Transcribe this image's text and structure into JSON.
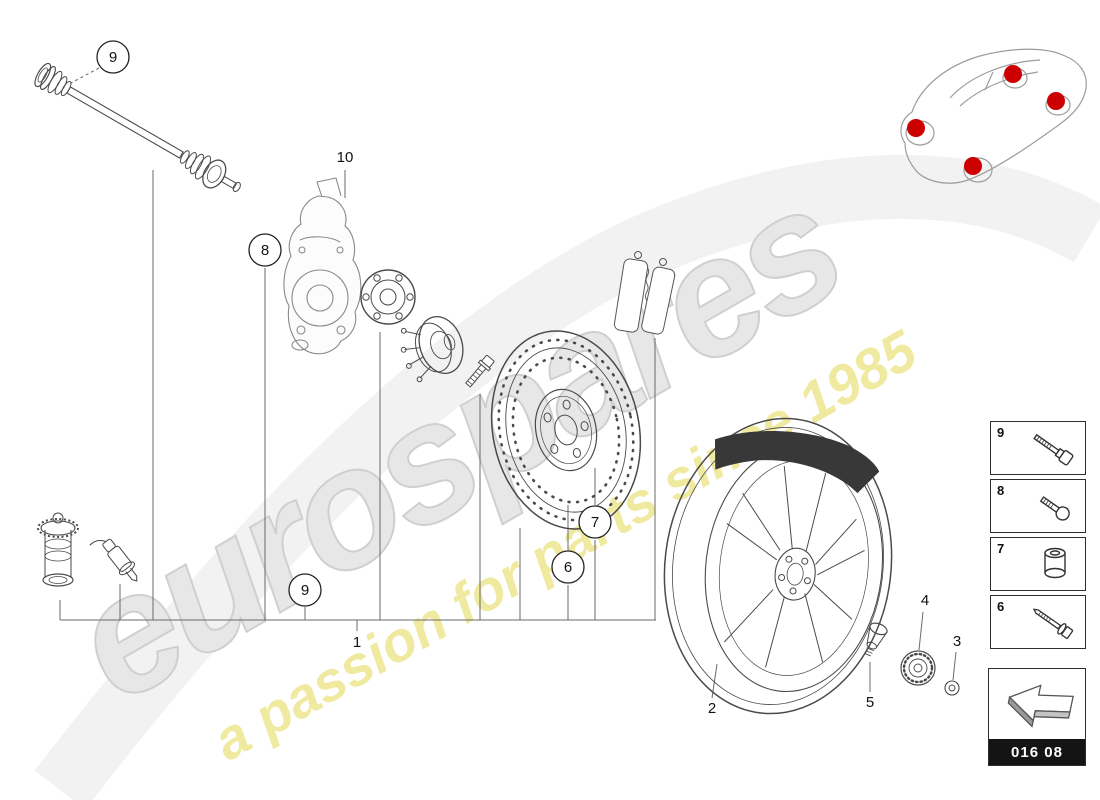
{
  "watermark": {
    "brand": "eurospares",
    "tagline": "a passion for parts since 1985"
  },
  "callouts": {
    "driveshaft_top": "9",
    "hub_carrier": "10",
    "bearing_bolt": "8",
    "bottom_bolt": "9",
    "wheel_lock": "7",
    "disc_screw": "6",
    "assembly": "1",
    "wheel_rim": "2",
    "washer": "3",
    "center_cap": "4",
    "wheel_bolt": "5"
  },
  "legend": {
    "items": [
      {
        "number": "9",
        "icon": "bolt-long-icon"
      },
      {
        "number": "8",
        "icon": "bolt-short-icon"
      },
      {
        "number": "7",
        "icon": "wheel-lock-icon"
      },
      {
        "number": "6",
        "icon": "screw-washer-icon"
      }
    ]
  },
  "footer": {
    "page_code": "016 08"
  },
  "colors": {
    "marker_red": "#cc0000",
    "watermark_yellow": "#efe99b",
    "watermark_gray": "#e7e7e7"
  }
}
